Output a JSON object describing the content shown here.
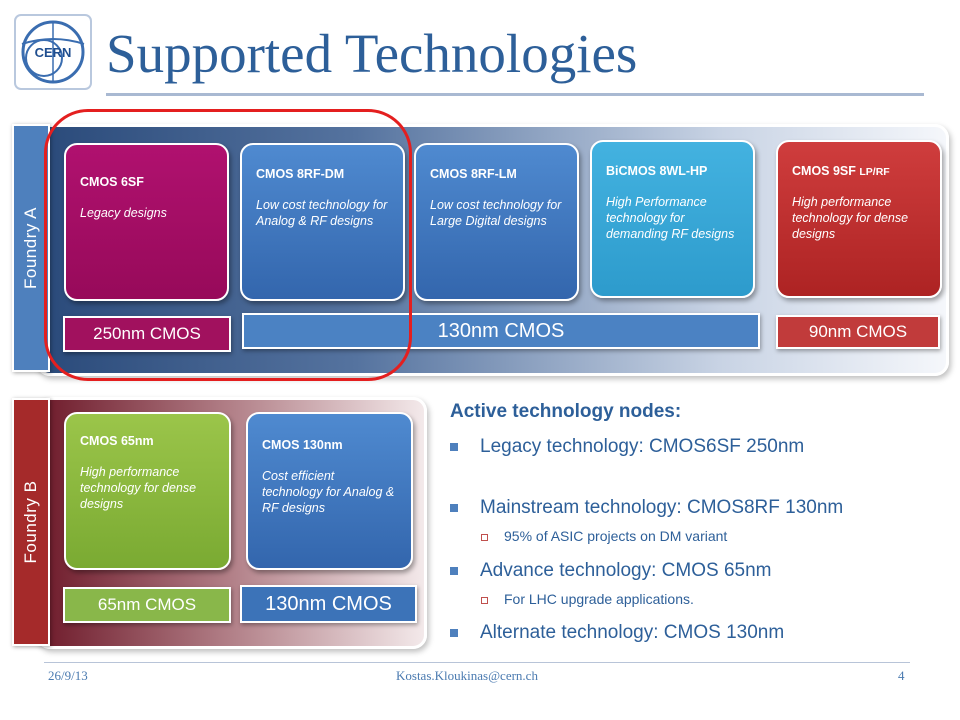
{
  "slide": {
    "title": "Supported Technologies",
    "logo_text": "CERN"
  },
  "foundry_a": {
    "label": "Foundry A",
    "cards": [
      {
        "title": "CMOS 6SF",
        "desc": "Legacy designs",
        "color": "#a1115e"
      },
      {
        "title": "CMOS 8RF-DM",
        "desc": "Low cost technology for Analog & RF designs",
        "color": "#4079c0"
      },
      {
        "title": "CMOS 8RF-LM",
        "desc": "Low cost technology for Large Digital designs",
        "color": "#4079c0"
      },
      {
        "title": "BiCMOS 8WL-HP",
        "desc": "High Performance technology for demanding RF designs",
        "color": "#35a6d6"
      },
      {
        "title_main": "CMOS 9SF",
        "title_small": "LP/RF",
        "desc": "High performance technology for dense designs",
        "color": "#c03030"
      }
    ],
    "nodes": [
      "250nm CMOS",
      "130nm CMOS",
      "90nm CMOS"
    ]
  },
  "foundry_b": {
    "label": "Foundry B",
    "cards": [
      {
        "title": "CMOS 65nm",
        "desc": "High performance technology for dense designs",
        "color": "#8cbb3f"
      },
      {
        "title": "CMOS 130nm",
        "desc": "Cost efficient technology for Analog & RF designs",
        "color": "#4079c0"
      }
    ],
    "nodes": [
      "65nm CMOS",
      "130nm CMOS"
    ]
  },
  "active": {
    "heading": "Active technology nodes:",
    "items": [
      {
        "text": "Legacy technology: CMOS6SF 250nm"
      },
      {
        "text": "Mainstream technology: CMOS8RF 130nm",
        "sub": "95% of ASIC projects on DM variant"
      },
      {
        "text": "Advance technology: CMOS 65nm",
        "sub": "For LHC upgrade applications."
      },
      {
        "text": "Alternate technology: CMOS 130nm"
      }
    ]
  },
  "footer": {
    "date": "26/9/13",
    "email": "Kostas.Kloukinas@cern.ch",
    "page": "4"
  },
  "colors": {
    "title": "#2d5f99",
    "highlight": "#e41f1f",
    "bullet": "#4e80bd"
  }
}
